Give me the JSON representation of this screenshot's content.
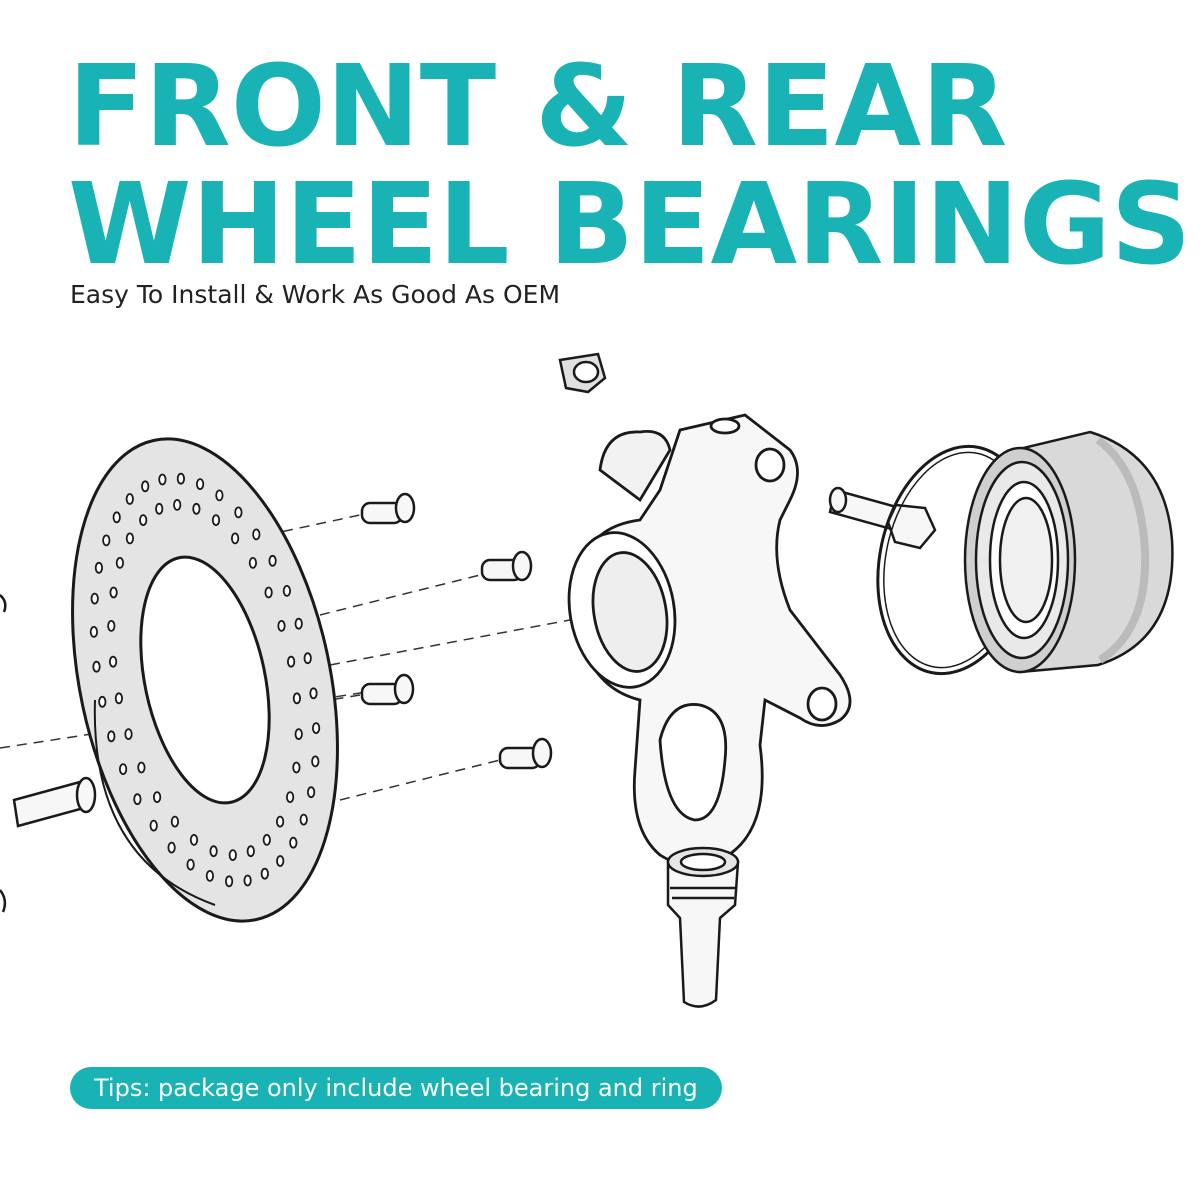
{
  "headline": {
    "line1": "FRONT & REAR",
    "line2": "WHEEL BEARINGS"
  },
  "subtitle": "Easy To Install & Work As Good As OEM",
  "tips": "Tips: package only include wheel bearing and ring",
  "colors": {
    "accent": "#19b3b6",
    "text": "#222222",
    "outline": "#1a1a1a",
    "rotor_fill": "#e4e4e4",
    "part_fill": "#f7f7f7",
    "bearing_fill": "#d9d9d9"
  },
  "parts": [
    {
      "name": "brake-rotor-disc"
    },
    {
      "name": "rotor-bolt"
    },
    {
      "name": "wheel-stud"
    },
    {
      "name": "steering-knuckle"
    },
    {
      "name": "grease-cap"
    },
    {
      "name": "ball-joint"
    },
    {
      "name": "knuckle-bolt"
    },
    {
      "name": "retaining-snap-ring"
    },
    {
      "name": "wheel-bearing"
    }
  ]
}
